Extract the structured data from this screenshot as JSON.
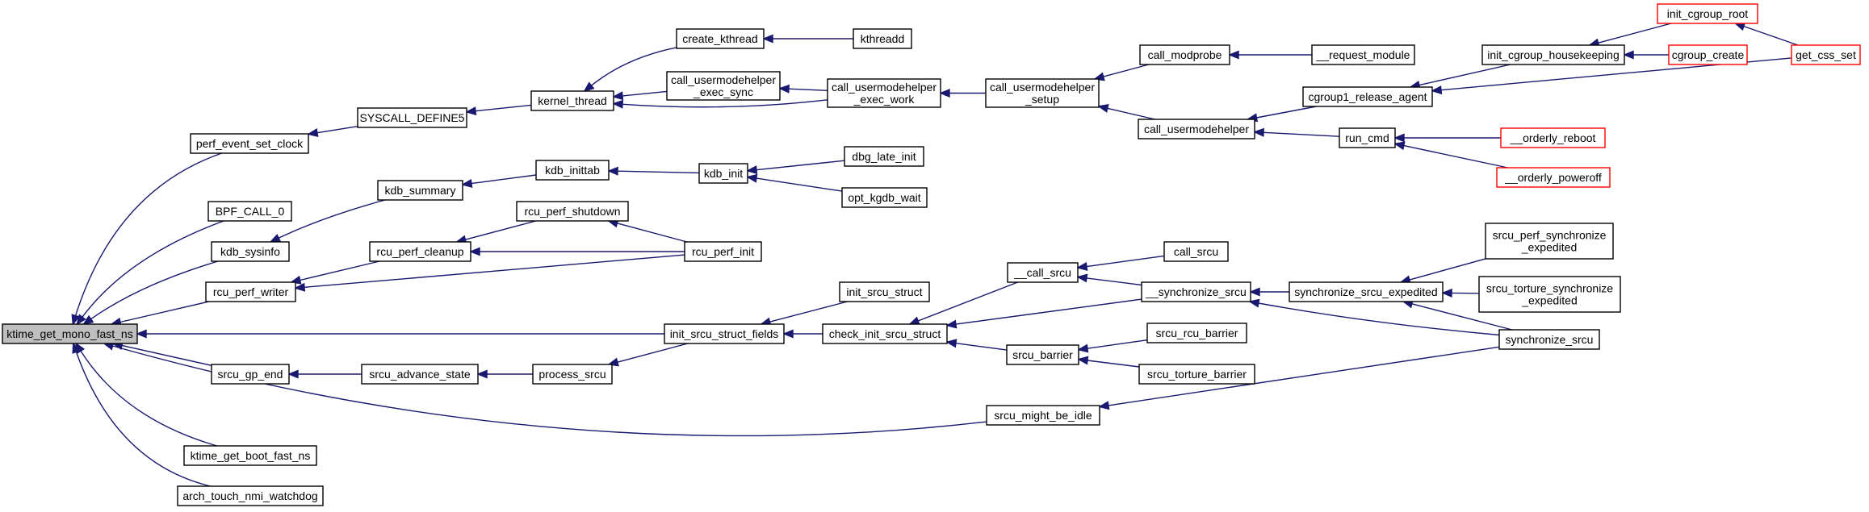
{
  "graph": {
    "colors": {
      "edge": "#191970",
      "node_border": "#000000",
      "node_border_truncated": "#ff0000",
      "node_fill": "#ffffff",
      "root_fill": "#bfbfbf"
    },
    "nodes": [
      {
        "id": "ktime_get_mono_fast_ns",
        "label": "ktime_get_mono_fast_ns",
        "kind": "root"
      },
      {
        "id": "perf_event_set_clock",
        "label": "perf_event_set_clock",
        "kind": "normal"
      },
      {
        "id": "BPF_CALL_0",
        "label": "BPF_CALL_0",
        "kind": "normal"
      },
      {
        "id": "kdb_sysinfo",
        "label": "kdb_sysinfo",
        "kind": "normal"
      },
      {
        "id": "rcu_perf_writer",
        "label": "rcu_perf_writer",
        "kind": "normal"
      },
      {
        "id": "srcu_gp_end",
        "label": "srcu_gp_end",
        "kind": "normal"
      },
      {
        "id": "ktime_get_boot_fast_ns",
        "label": "ktime_get_boot_fast_ns",
        "kind": "normal"
      },
      {
        "id": "arch_touch_nmi_watchdog",
        "label": "arch_touch_nmi_watchdog",
        "kind": "normal"
      },
      {
        "id": "SYSCALL_DEFINE5",
        "label": "SYSCALL_DEFINE5",
        "kind": "normal"
      },
      {
        "id": "kdb_summary",
        "label": "kdb_summary",
        "kind": "normal"
      },
      {
        "id": "rcu_perf_cleanup",
        "label": "rcu_perf_cleanup",
        "kind": "normal"
      },
      {
        "id": "srcu_advance_state",
        "label": "srcu_advance_state",
        "kind": "normal"
      },
      {
        "id": "kernel_thread",
        "label": "kernel_thread",
        "kind": "normal"
      },
      {
        "id": "kdb_inittab",
        "label": "kdb_inittab",
        "kind": "normal"
      },
      {
        "id": "rcu_perf_shutdown",
        "label": "rcu_perf_shutdown",
        "kind": "normal"
      },
      {
        "id": "process_srcu",
        "label": "process_srcu",
        "kind": "normal"
      },
      {
        "id": "create_kthread",
        "label": "create_kthread",
        "kind": "normal"
      },
      {
        "id": "call_usermodehelper_exec_sync",
        "label": "call_usermodehelper\n_exec_sync",
        "kind": "normal"
      },
      {
        "id": "rcu_perf_init",
        "label": "rcu_perf_init",
        "kind": "normal"
      },
      {
        "id": "init_srcu_struct_fields",
        "label": "init_srcu_struct_fields",
        "kind": "normal"
      },
      {
        "id": "kdb_init",
        "label": "kdb_init",
        "kind": "normal"
      },
      {
        "id": "kthreadd",
        "label": "kthreadd",
        "kind": "normal"
      },
      {
        "id": "call_usermodehelper_exec_work",
        "label": "call_usermodehelper\n_exec_work",
        "kind": "normal"
      },
      {
        "id": "dbg_late_init",
        "label": "dbg_late_init",
        "kind": "normal"
      },
      {
        "id": "opt_kgdb_wait",
        "label": "opt_kgdb_wait",
        "kind": "normal"
      },
      {
        "id": "init_srcu_struct",
        "label": "init_srcu_struct",
        "kind": "normal"
      },
      {
        "id": "check_init_srcu_struct",
        "label": "check_init_srcu_struct",
        "kind": "normal"
      },
      {
        "id": "srcu_might_be_idle",
        "label": "srcu_might_be_idle",
        "kind": "normal"
      },
      {
        "id": "call_usermodehelper_setup",
        "label": "call_usermodehelper\n_setup",
        "kind": "normal"
      },
      {
        "id": "__call_srcu",
        "label": "__call_srcu",
        "kind": "normal"
      },
      {
        "id": "srcu_barrier",
        "label": "srcu_barrier",
        "kind": "normal"
      },
      {
        "id": "call_modprobe",
        "label": "call_modprobe",
        "kind": "normal"
      },
      {
        "id": "call_usermodehelper",
        "label": "call_usermodehelper",
        "kind": "normal"
      },
      {
        "id": "call_srcu",
        "label": "call_srcu",
        "kind": "normal"
      },
      {
        "id": "__synchronize_srcu",
        "label": "__synchronize_srcu",
        "kind": "normal"
      },
      {
        "id": "srcu_rcu_barrier",
        "label": "srcu_rcu_barrier",
        "kind": "normal"
      },
      {
        "id": "srcu_torture_barrier",
        "label": "srcu_torture_barrier",
        "kind": "normal"
      },
      {
        "id": "__request_module",
        "label": "__request_module",
        "kind": "normal"
      },
      {
        "id": "cgroup1_release_agent",
        "label": "cgroup1_release_agent",
        "kind": "normal"
      },
      {
        "id": "run_cmd",
        "label": "run_cmd",
        "kind": "normal"
      },
      {
        "id": "synchronize_srcu_expedited",
        "label": "synchronize_srcu_expedited",
        "kind": "normal"
      },
      {
        "id": "init_cgroup_housekeeping",
        "label": "init_cgroup_housekeeping",
        "kind": "normal"
      },
      {
        "id": "__orderly_reboot",
        "label": "__orderly_reboot",
        "kind": "truncated"
      },
      {
        "id": "__orderly_poweroff",
        "label": "__orderly_poweroff",
        "kind": "truncated"
      },
      {
        "id": "srcu_perf_synchronize_expedited",
        "label": "srcu_perf_synchronize\n_expedited",
        "kind": "normal"
      },
      {
        "id": "srcu_torture_synchronize_expedited",
        "label": "srcu_torture_synchronize\n_expedited",
        "kind": "normal"
      },
      {
        "id": "synchronize_srcu",
        "label": "synchronize_srcu",
        "kind": "normal"
      },
      {
        "id": "init_cgroup_root",
        "label": "init_cgroup_root",
        "kind": "truncated"
      },
      {
        "id": "cgroup_create",
        "label": "cgroup_create",
        "kind": "truncated"
      },
      {
        "id": "get_css_set",
        "label": "get_css_set",
        "kind": "truncated"
      }
    ],
    "edges": [
      [
        "perf_event_set_clock",
        "ktime_get_mono_fast_ns"
      ],
      [
        "BPF_CALL_0",
        "ktime_get_mono_fast_ns"
      ],
      [
        "kdb_sysinfo",
        "ktime_get_mono_fast_ns"
      ],
      [
        "rcu_perf_writer",
        "ktime_get_mono_fast_ns"
      ],
      [
        "init_srcu_struct_fields",
        "ktime_get_mono_fast_ns"
      ],
      [
        "srcu_gp_end",
        "ktime_get_mono_fast_ns"
      ],
      [
        "srcu_might_be_idle",
        "ktime_get_mono_fast_ns"
      ],
      [
        "ktime_get_boot_fast_ns",
        "ktime_get_mono_fast_ns"
      ],
      [
        "arch_touch_nmi_watchdog",
        "ktime_get_mono_fast_ns"
      ],
      [
        "SYSCALL_DEFINE5",
        "perf_event_set_clock"
      ],
      [
        "kernel_thread",
        "SYSCALL_DEFINE5"
      ],
      [
        "create_kthread",
        "kernel_thread"
      ],
      [
        "call_usermodehelper_exec_sync",
        "kernel_thread"
      ],
      [
        "call_usermodehelper_exec_work",
        "kernel_thread"
      ],
      [
        "kthreadd",
        "create_kthread"
      ],
      [
        "call_usermodehelper_exec_work",
        "call_usermodehelper_exec_sync"
      ],
      [
        "call_usermodehelper_setup",
        "call_usermodehelper_exec_work"
      ],
      [
        "call_modprobe",
        "call_usermodehelper_setup"
      ],
      [
        "call_usermodehelper",
        "call_usermodehelper_setup"
      ],
      [
        "__request_module",
        "call_modprobe"
      ],
      [
        "cgroup1_release_agent",
        "call_usermodehelper"
      ],
      [
        "run_cmd",
        "call_usermodehelper"
      ],
      [
        "init_cgroup_housekeeping",
        "cgroup1_release_agent"
      ],
      [
        "get_css_set",
        "cgroup1_release_agent"
      ],
      [
        "init_cgroup_root",
        "init_cgroup_housekeeping"
      ],
      [
        "cgroup_create",
        "init_cgroup_housekeeping"
      ],
      [
        "get_css_set",
        "init_cgroup_root"
      ],
      [
        "__orderly_reboot",
        "run_cmd"
      ],
      [
        "__orderly_poweroff",
        "run_cmd"
      ],
      [
        "kdb_summary",
        "kdb_sysinfo"
      ],
      [
        "kdb_inittab",
        "kdb_summary"
      ],
      [
        "kdb_init",
        "kdb_inittab"
      ],
      [
        "dbg_late_init",
        "kdb_init"
      ],
      [
        "opt_kgdb_wait",
        "kdb_init"
      ],
      [
        "rcu_perf_cleanup",
        "rcu_perf_writer"
      ],
      [
        "rcu_perf_init",
        "rcu_perf_writer"
      ],
      [
        "rcu_perf_shutdown",
        "rcu_perf_cleanup"
      ],
      [
        "rcu_perf_init",
        "rcu_perf_cleanup"
      ],
      [
        "rcu_perf_init",
        "rcu_perf_shutdown"
      ],
      [
        "init_srcu_struct",
        "init_srcu_struct_fields"
      ],
      [
        "check_init_srcu_struct",
        "init_srcu_struct_fields"
      ],
      [
        "__call_srcu",
        "check_init_srcu_struct"
      ],
      [
        "__synchronize_srcu",
        "check_init_srcu_struct"
      ],
      [
        "srcu_barrier",
        "check_init_srcu_struct"
      ],
      [
        "call_srcu",
        "__call_srcu"
      ],
      [
        "__synchronize_srcu",
        "__call_srcu"
      ],
      [
        "synchronize_srcu_expedited",
        "__synchronize_srcu"
      ],
      [
        "synchronize_srcu",
        "__synchronize_srcu"
      ],
      [
        "srcu_perf_synchronize_expedited",
        "synchronize_srcu_expedited"
      ],
      [
        "srcu_torture_synchronize_expedited",
        "synchronize_srcu_expedited"
      ],
      [
        "synchronize_srcu",
        "synchronize_srcu_expedited"
      ],
      [
        "srcu_rcu_barrier",
        "srcu_barrier"
      ],
      [
        "srcu_torture_barrier",
        "srcu_barrier"
      ],
      [
        "srcu_advance_state",
        "srcu_gp_end"
      ],
      [
        "process_srcu",
        "srcu_advance_state"
      ],
      [
        "init_srcu_struct_fields",
        "process_srcu"
      ],
      [
        "synchronize_srcu",
        "srcu_might_be_idle"
      ]
    ]
  }
}
